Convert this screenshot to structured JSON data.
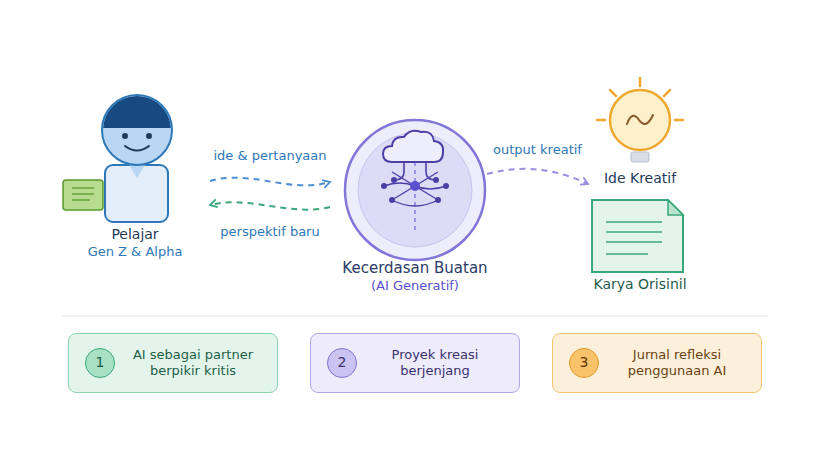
{
  "diagram": {
    "nodes": [
      {
        "text": [
          "Pelajar",
          "Gen Z & Alpha"
        ]
      },
      {
        "text": [
          "Kecerdasan Buatan",
          "(AI Generatif)"
        ]
      },
      {
        "text": [
          "Ide Kreatif"
        ]
      },
      {
        "text": [
          "Karya Orisinil"
        ]
      },
      {
        "text": [
          "AI sebagai partner berpikir kritis"
        ]
      },
      {
        "text": [
          "1"
        ],
        "in": 4
      },
      {
        "text": [
          "Proyek kreasi berjenjang"
        ]
      },
      {
        "text": [
          "2"
        ],
        "in": 6
      },
      {
        "text": [
          "Jurnal refleksi penggunaan AI"
        ]
      },
      {
        "text": [
          "3"
        ],
        "in": 8
      }
    ],
    "edges": [
      {
        "from": 0,
        "to": 1,
        "label": "ide & pertanyaan",
        "arrow": "to"
      },
      {
        "from": 1,
        "to": 0,
        "label": "perspektif baru",
        "arrow": "to"
      },
      {
        "from": 1,
        "to": 2,
        "label": "output kreatif",
        "arrow": "to"
      }
    ]
  }
}
